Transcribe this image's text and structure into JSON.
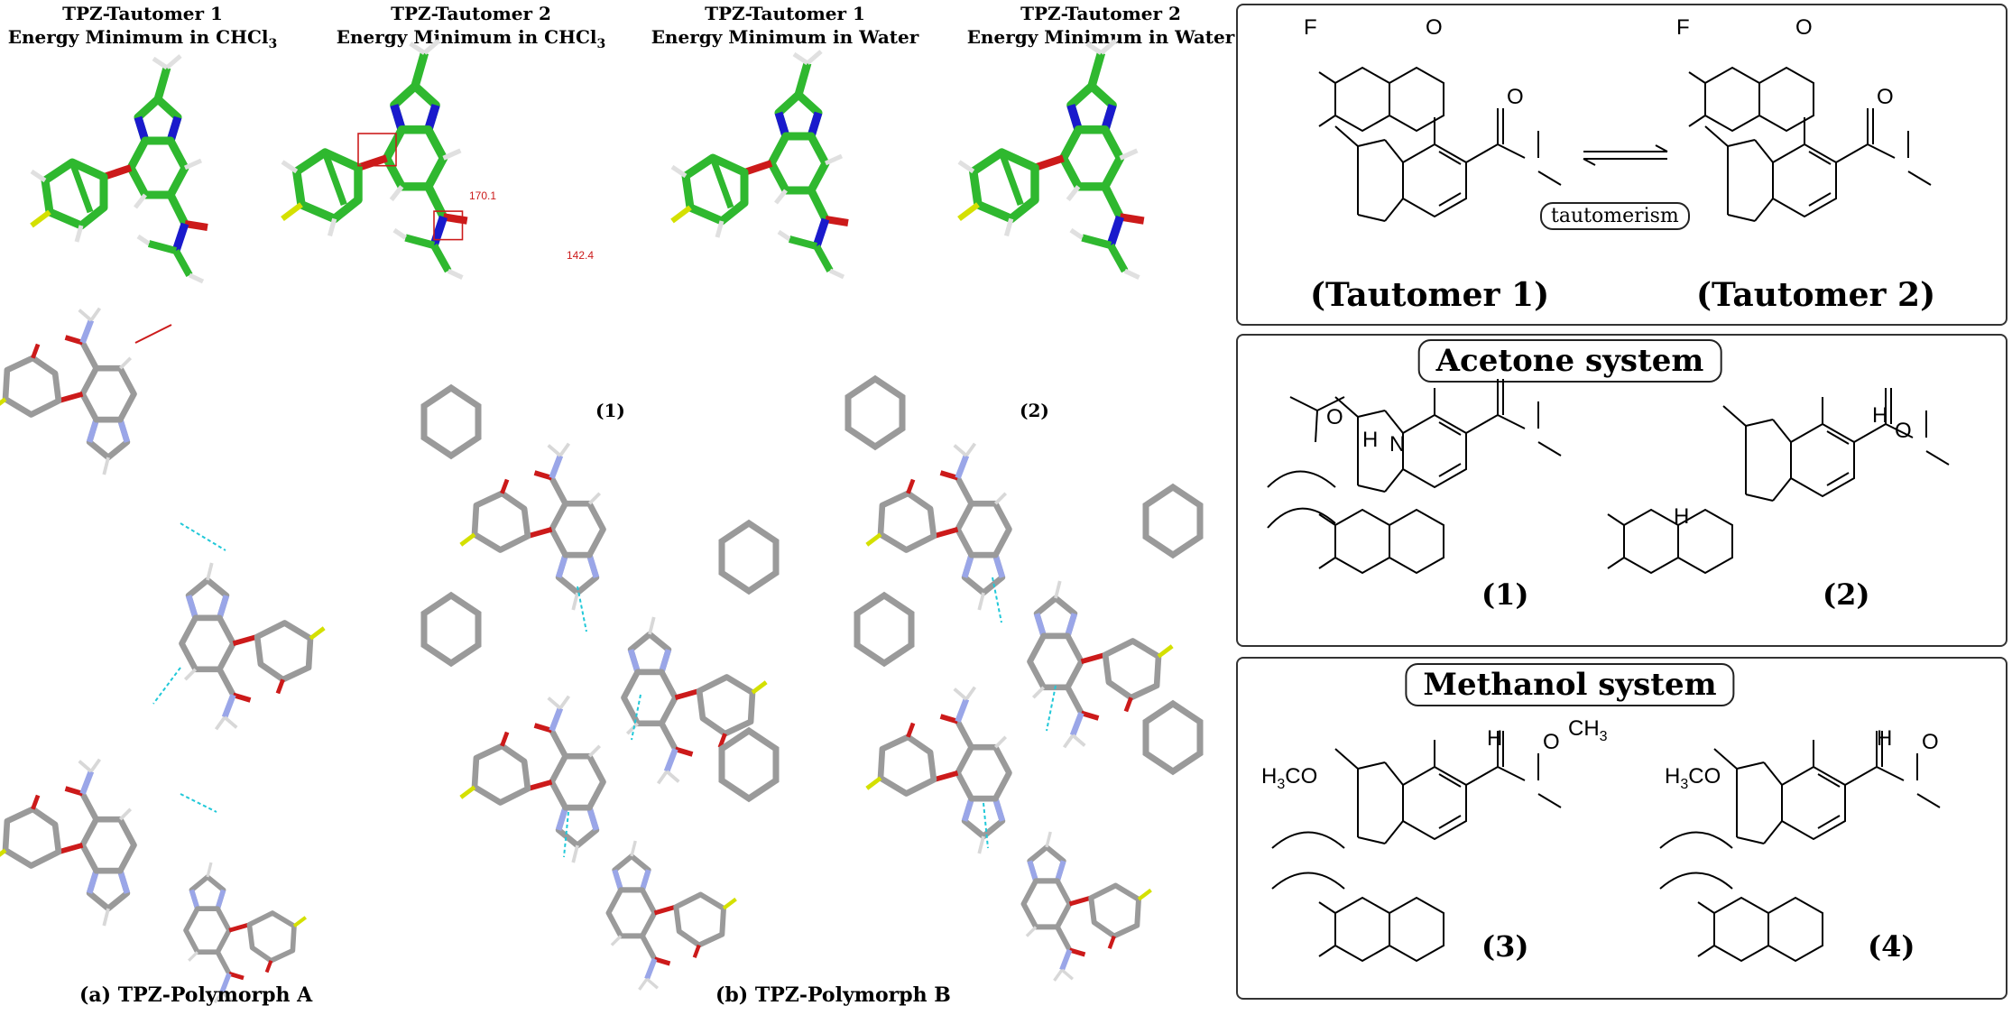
{
  "headers": [
    {
      "line1": "TPZ-Tautomer 1",
      "line2": "Energy Minimum in CHCl",
      "sub": "3"
    },
    {
      "line1": "TPZ-Tautomer 2",
      "line2": "Energy Minimum in CHCl",
      "sub": "3"
    },
    {
      "line1": "TPZ-Tautomer 1",
      "line2": "Energy Minimum in Water",
      "sub": ""
    },
    {
      "line1": "TPZ-Tautomer 2",
      "line2": "Energy Minimum in Water",
      "sub": ""
    }
  ],
  "angle_labels": {
    "a1": "170.1",
    "a2": "142.4"
  },
  "crystal_labels": {
    "one": "(1)",
    "two": "(2)"
  },
  "captions": {
    "a": "(a) TPZ-Polymorph A",
    "b": "(b) TPZ-Polymorph B"
  },
  "tautomer_panel": {
    "box_text": "tautomerism",
    "label1": "(Tautomer 1)",
    "label2": "(Tautomer 2)"
  },
  "acetone_panel": {
    "title": "Acetone system",
    "label1": "(1)",
    "label2": "(2)"
  },
  "methanol_panel": {
    "title": "Methanol system",
    "label3": "(3)",
    "label4": "(4)"
  },
  "atoms": {
    "F": "F",
    "O": "O",
    "N": "N",
    "H": "H",
    "ch3": "CH",
    "h3co": "H",
    "h3co_rest": "C",
    "three": "3",
    "o_letter": "O"
  },
  "colors": {
    "carbon": "#2fb82f",
    "nitrogen": "#1a1acc",
    "oxygen": "#cc1a1a",
    "fluorine": "#d4e000",
    "hydrogen": "#e8e8e8",
    "crystal_carbon": "#9a9a9a",
    "hbond": "#20c8d8"
  }
}
